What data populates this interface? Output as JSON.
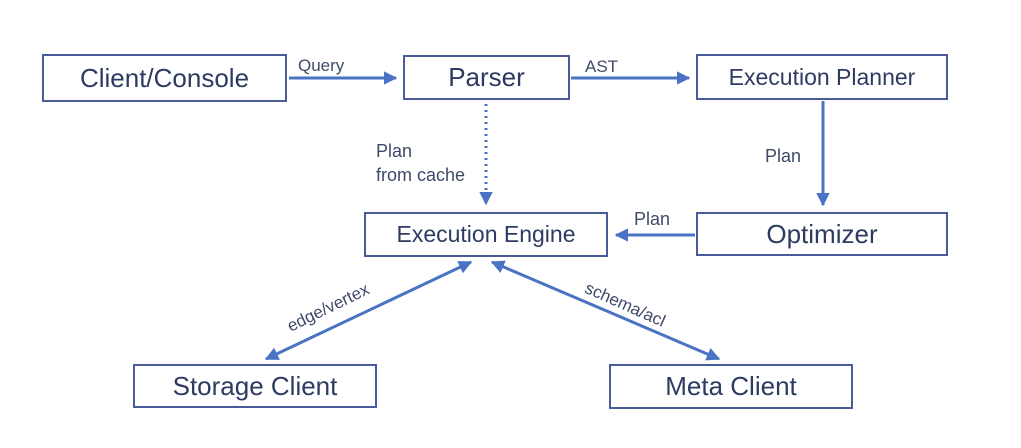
{
  "diagram": {
    "nodes": {
      "client_console": {
        "label": "Client/Console"
      },
      "parser": {
        "label": "Parser"
      },
      "execution_planner": {
        "label": "Execution Planner"
      },
      "execution_engine": {
        "label": "Execution Engine"
      },
      "optimizer": {
        "label": "Optimizer"
      },
      "storage_client": {
        "label": "Storage Client"
      },
      "meta_client": {
        "label": "Meta Client"
      }
    },
    "edges": {
      "client_to_parser": {
        "label": "Query",
        "style": "solid",
        "direction": "forward"
      },
      "parser_to_planner": {
        "label": "AST",
        "style": "solid",
        "direction": "forward"
      },
      "parser_to_engine": {
        "label_line1": "Plan",
        "label_line2": "from cache",
        "style": "dotted",
        "direction": "forward"
      },
      "planner_to_optimizer": {
        "label": "Plan",
        "style": "solid",
        "direction": "forward"
      },
      "optimizer_to_engine": {
        "label": "Plan",
        "style": "solid",
        "direction": "forward"
      },
      "engine_to_storage": {
        "label": "edge/vertex",
        "style": "solid",
        "direction": "both"
      },
      "engine_to_meta": {
        "label": "schema/acl",
        "style": "solid",
        "direction": "both"
      }
    },
    "colors": {
      "background": "#ffffff",
      "box_border": "#4b5b99",
      "box_text": "#2e3b61",
      "arrow": "#4a73c4",
      "edge_label": "#3e4a68"
    }
  }
}
